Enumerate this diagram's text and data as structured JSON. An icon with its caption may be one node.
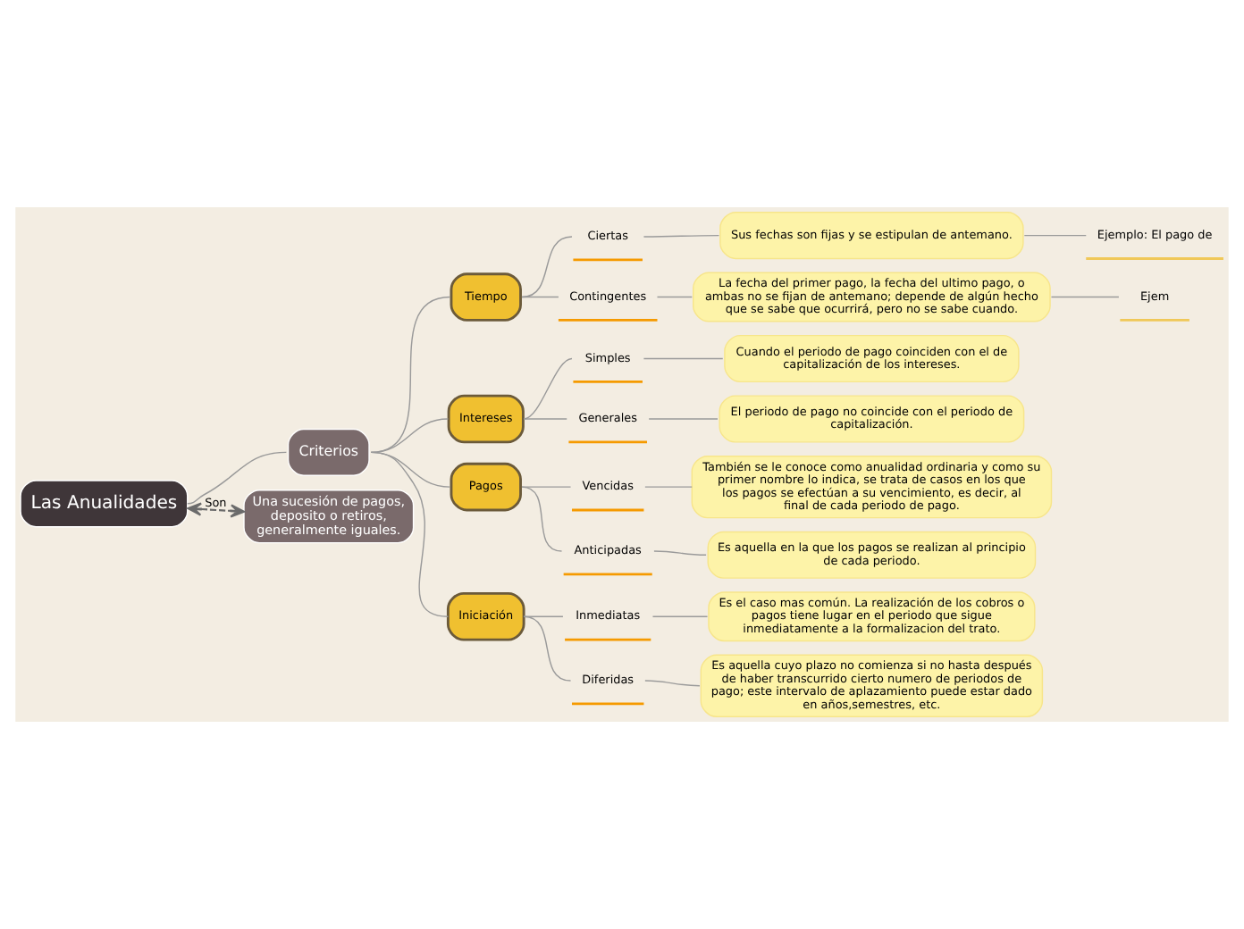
{
  "diagram": {
    "nodes": [
      {
        "text": [
          "Las Anualidades"
        ]
      },
      {
        "text": [
          "Criterios"
        ]
      },
      {
        "text": [
          "Tiempo"
        ]
      },
      {
        "text": [
          "Ciertas"
        ]
      },
      {
        "text": [
          "Sus fechas son fijas y se estipulan de antemano."
        ]
      },
      {
        "text": [
          "Ejemplo: El pago de"
        ]
      },
      {
        "text": [
          "Contingentes"
        ]
      },
      {
        "text": [
          "La fecha del primer pago, la fecha del ultimo pago, o ambas no se fijan de antemano; depende de algún hecho que se sabe que ocurrirá, pero no se sabe cuando."
        ]
      },
      {
        "text": [
          "Ejem"
        ]
      },
      {
        "text": [
          "Intereses"
        ]
      },
      {
        "text": [
          "Simples"
        ]
      },
      {
        "text": [
          "Cuando el periodo de pago coinciden con el de capitalización de los intereses."
        ]
      },
      {
        "text": [
          "Generales"
        ]
      },
      {
        "text": [
          "El periodo de pago no coincide con el periodo de capitalización."
        ]
      },
      {
        "text": [
          "Pagos"
        ]
      },
      {
        "text": [
          "Vencidas"
        ]
      },
      {
        "text": [
          "También se le conoce como anualidad ordinaria y como su primer nombre lo indica, se trata de casos en los que los pagos se efectúan a su vencimiento, es decir, al final de cada periodo de pago."
        ]
      },
      {
        "text": [
          "Anticipadas"
        ]
      },
      {
        "text": [
          "Es aquella en la que los pagos se realizan al principio de cada periodo."
        ]
      },
      {
        "text": [
          "Iniciación"
        ]
      },
      {
        "text": [
          "Inmediatas"
        ]
      },
      {
        "text": [
          "Es el caso mas común. La realización de los cobros o pagos tiene lugar en el periodo que sigue inmediatamente a la formalizacion del trato."
        ]
      },
      {
        "text": [
          "Diferidas"
        ]
      },
      {
        "text": [
          "Es aquella cuyo plazo no comienza si no hasta después de haber transcurrido cierto numero de periodos de pago; este intervalo de aplazamiento puede estar dado en años,semestres, etc."
        ]
      },
      {
        "text": [
          "Una sucesión de pagos, deposito o retiros, generalmente iguales."
        ]
      }
    ],
    "edges": [
      {
        "from": 0,
        "to": 1,
        "arrow": "none"
      },
      {
        "from": 1,
        "to": 2,
        "arrow": "none"
      },
      {
        "from": 2,
        "to": 3,
        "arrow": "none"
      },
      {
        "from": 3,
        "to": 4,
        "arrow": "none"
      },
      {
        "from": 4,
        "to": 5,
        "arrow": "none"
      },
      {
        "from": 2,
        "to": 6,
        "arrow": "none"
      },
      {
        "from": 6,
        "to": 7,
        "arrow": "none"
      },
      {
        "from": 7,
        "to": 8,
        "arrow": "none"
      },
      {
        "from": 1,
        "to": 9,
        "arrow": "none"
      },
      {
        "from": 9,
        "to": 10,
        "arrow": "none"
      },
      {
        "from": 10,
        "to": 11,
        "arrow": "none"
      },
      {
        "from": 9,
        "to": 12,
        "arrow": "none"
      },
      {
        "from": 12,
        "to": 13,
        "arrow": "none"
      },
      {
        "from": 1,
        "to": 14,
        "arrow": "none"
      },
      {
        "from": 14,
        "to": 15,
        "arrow": "none"
      },
      {
        "from": 15,
        "to": 16,
        "arrow": "none"
      },
      {
        "from": 14,
        "to": 17,
        "arrow": "none"
      },
      {
        "from": 17,
        "to": 18,
        "arrow": "none"
      },
      {
        "from": 1,
        "to": 19,
        "arrow": "none"
      },
      {
        "from": 19,
        "to": 20,
        "arrow": "none"
      },
      {
        "from": 20,
        "to": 21,
        "arrow": "none"
      },
      {
        "from": 19,
        "to": 22,
        "arrow": "none"
      },
      {
        "from": 22,
        "to": 23,
        "arrow": "none"
      },
      {
        "from": 0,
        "to": 24,
        "arrow": "both",
        "style": "dashed",
        "label": "Son",
        "color": "#6b6b6b"
      }
    ]
  }
}
